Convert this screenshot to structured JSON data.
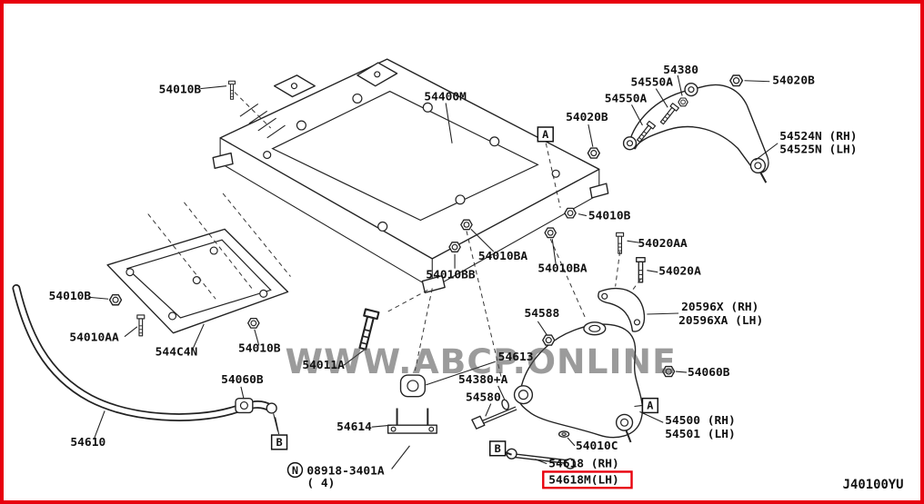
{
  "page": {
    "diagram_code": "J40100YU",
    "watermark": "WWW.ABCP.ONLINE",
    "border_color": "#e8000d",
    "highlight_color": "#e8000d"
  },
  "callouts": {
    "a": "A",
    "b": "B",
    "n": "N"
  },
  "labels": {
    "t54010b_tl": "54010B",
    "t54400m": "54400M",
    "t54380": "54380",
    "t54550a_1": "54550A",
    "t54550a_2": "54550A",
    "t54020b_tr": "54020B",
    "t54020b_mid": "54020B",
    "t54524n": "54524N (RH)",
    "t54525n": "54525N (LH)",
    "t54010b_c": "54010B",
    "t54010ba_1": "54010BA",
    "t54010ba_2": "54010BA",
    "t54020aa": "54020AA",
    "t54020a": "54020A",
    "t54010bb": "54010BB",
    "t20596x": "20596X (RH)",
    "t20596xa": "20596XA (LH)",
    "t54588": "54588",
    "t54010b_l": "54010B",
    "t54010aa": "54010AA",
    "t544c4n": "544C4N",
    "t54010b_lc": "54010B",
    "t54011a": "54011A",
    "t54613": "54613",
    "t54060b_l": "54060B",
    "t54380a": "54380+A",
    "t54580": "54580",
    "t54610": "54610",
    "t54614": "54614",
    "t54500": "54500 (RH)",
    "t54501": "54501 (LH)",
    "t54010c": "54010C",
    "t54060b_r": "54060B",
    "t54618": "54618 (RH)",
    "t54618m": "54618M(LH)",
    "t08918": "08918-3401A",
    "t08918_qty": "( 4)"
  }
}
